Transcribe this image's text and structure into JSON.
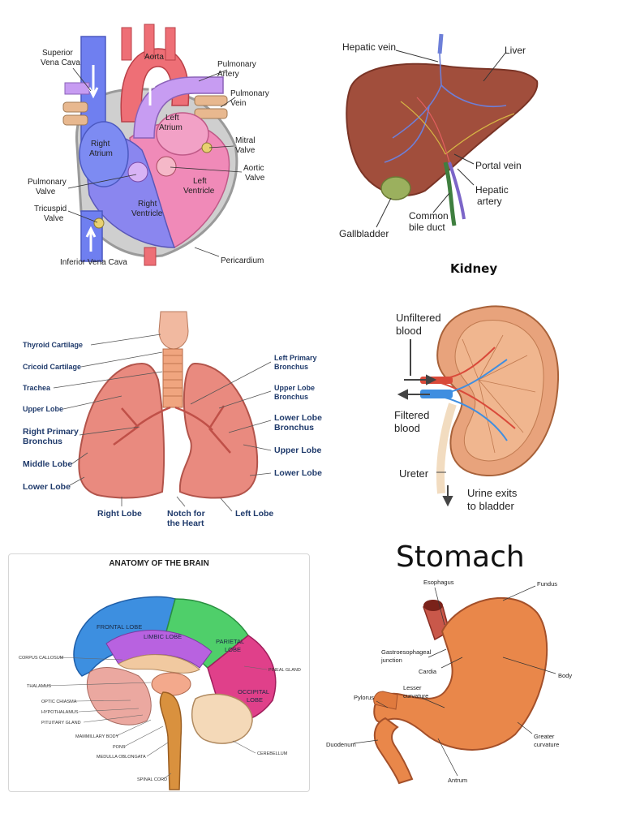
{
  "heart": {
    "labels": {
      "superior_vena_cava_1": "Superior",
      "superior_vena_cava_2": "Vena Cava",
      "aorta": "Aorta",
      "pulmonary_artery_1": "Pulmonary",
      "pulmonary_artery_2": "Artery",
      "pulmonary_vein_1": "Pulmonary",
      "pulmonary_vein_2": "Vein",
      "left_atrium_1": "Left",
      "left_atrium_2": "Atrium",
      "mitral_valve_1": "Mitral",
      "mitral_valve_2": "Valve",
      "right_atrium_1": "Right",
      "right_atrium_2": "Atrium",
      "aortic_valve_1": "Aortic",
      "aortic_valve_2": "Valve",
      "pulmonary_valve_1": "Pulmonary",
      "pulmonary_valve_2": "Valve",
      "left_ventricle_1": "Left",
      "left_ventricle_2": "Ventricle",
      "tricuspid_valve_1": "Tricuspid",
      "tricuspid_valve_2": "Valve",
      "right_ventricle_1": "Right",
      "right_ventricle_2": "Ventricle",
      "inferior_vena_cava": "Inferior Vena Cava",
      "pericardium": "Pericardium"
    }
  },
  "liver": {
    "labels": {
      "hepatic_vein": "Hepatic vein",
      "liver": "Liver",
      "portal_vein": "Portal vein",
      "hepatic_artery_1": "Hepatic",
      "hepatic_artery_2": "artery",
      "common_bile_duct_1": "Common",
      "common_bile_duct_2": "bile duct",
      "gallbladder": "Gallbladder"
    }
  },
  "kidney": {
    "title": "Kidney",
    "labels": {
      "unfiltered_1": "Unfiltered",
      "unfiltered_2": "blood",
      "filtered_1": "Filtered",
      "filtered_2": "blood",
      "ureter": "Ureter",
      "urine_1": "Urine exits",
      "urine_2": "to bladder"
    }
  },
  "lungs": {
    "labels": {
      "thyroid_cartilage": "Thyroid Cartilage",
      "cricoid_cartilage": "Cricoid Cartilage",
      "trachea": "Trachea",
      "upper_lobe_left_side": "Upper Lobe",
      "right_primary_bronchus_1": "Right Primary",
      "right_primary_bronchus_2": "Bronchus",
      "middle_lobe": "Middle Lobe",
      "lower_lobe_left_side": "Lower Lobe",
      "left_primary_bronchus_1": "Left Primary",
      "left_primary_bronchus_2": "Bronchus",
      "upper_lobe_bronchus_1": "Upper Lobe",
      "upper_lobe_bronchus_2": "Bronchus",
      "lower_lobe_bronchus_1": "Lower Lobe",
      "lower_lobe_bronchus_2": "Bronchus",
      "upper_lobe_right_side": "Upper Lobe",
      "lower_lobe_right_side": "Lower Lobe",
      "right_lobe": "Right Lobe",
      "notch_1": "Notch for",
      "notch_2": "the Heart",
      "left_lobe": "Left Lobe"
    }
  },
  "brain": {
    "title": "ANATOMY OF THE BRAIN",
    "labels": {
      "frontal_lobe": "FRONTAL LOBE",
      "limbic_lobe": "LIMBIC LOBE",
      "parietal_lobe_1": "PARIETAL",
      "parietal_lobe_2": "LOBE",
      "occipital_lobe_1": "OCCIPITAL",
      "occipital_lobe_2": "LOBE",
      "corpus_callosum": "CORPUS CALLOSUM",
      "pineal_gland": "PINEAL GLAND",
      "thalamus": "THALAMUS",
      "optic_chiasma": "OPTIC CHIASMA",
      "hypothalamus": "HYPOTHALAMUS",
      "pituitary_gland": "PITUITARY GLAND",
      "mammillary_body": "MAMMILLARY BODY",
      "pons": "PONS",
      "medulla_oblongata": "MEDULLA OBLONGATA",
      "cerebellum": "CEREBELLUM",
      "spinal_cord": "SPINAL CORD"
    }
  },
  "stomach": {
    "title": "Stomach",
    "labels": {
      "esophagus": "Esophagus",
      "fundus": "Fundus",
      "gastro_1": "Gastroesophageal",
      "gastro_2": "junction",
      "cardia": "Cardia",
      "body": "Body",
      "lesser_1": "Lesser",
      "lesser_2": "curvature",
      "pylorus": "Pylorus",
      "greater_1": "Greater",
      "greater_2": "curvature",
      "duodenum": "Duodenum",
      "antrum": "Antrum"
    }
  },
  "colors": {
    "label_text": "#222222",
    "lung_label_text": "#1f3a6b",
    "vein_blue": "#6f7ff0",
    "artery_red": "#ee6f76",
    "heart_pink": "#f08ab8",
    "liver_brown": "#a14e3c",
    "kidney_tan": "#e8a37c",
    "lung_pink": "#e98a7f",
    "stomach_orange": "#e9874a"
  }
}
